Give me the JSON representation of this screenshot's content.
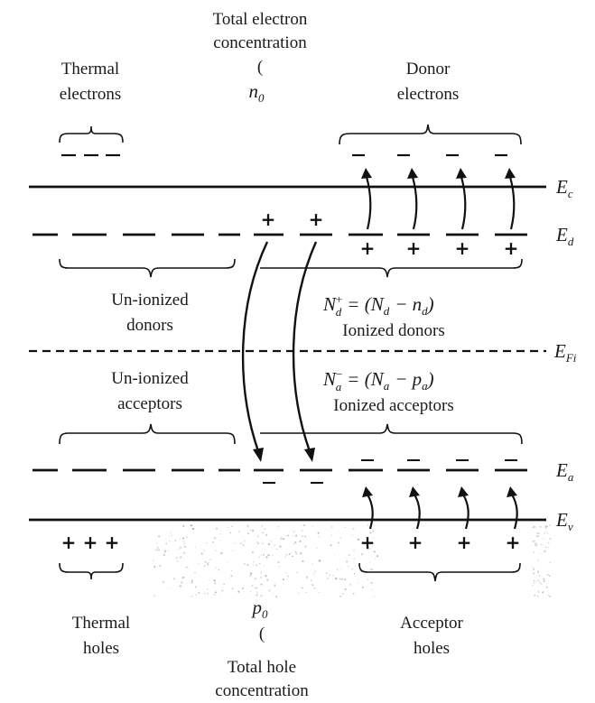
{
  "labels": {
    "total_electron_concentration": [
      "Total electron",
      "concentration"
    ],
    "n0_symbol": "n",
    "n0_subscript": "0",
    "paren": "(",
    "thermal_electrons": [
      "Thermal",
      "electrons"
    ],
    "donor_electrons": [
      "Donor",
      "electrons"
    ],
    "unionized_donors": [
      "Un-ionized",
      "donors"
    ],
    "ionized_donors_formula": "N",
    "ionized_donors_formula_sub": "d",
    "ionized_donors_formula_sup": "+",
    "ionized_donors_formula_rhs": "= (N",
    "ionized_donors_formula_rhs_sub1": "d",
    "ionized_donors_formula_rhs_mid": "− n",
    "ionized_donors_formula_rhs_sub2": "d",
    "ionized_donors_formula_rhs_end": ")",
    "ionized_donors": "Ionized donors",
    "unionized_acceptors": [
      "Un-ionized",
      "acceptors"
    ],
    "ionized_acceptors_formula": "N",
    "ionized_acceptors_formula_sub": "a",
    "ionized_acceptors_formula_sup": "−",
    "ionized_acceptors_formula_rhs": "= (N",
    "ionized_acceptors_formula_rhs_sub1": "a",
    "ionized_acceptors_formula_rhs_mid": "− p",
    "ionized_acceptors_formula_rhs_sub2": "a",
    "ionized_acceptors_formula_rhs_end": ")",
    "ionized_acceptors": "Ionized acceptors",
    "thermal_holes": [
      "Thermal",
      "holes"
    ],
    "p0_symbol": "p",
    "p0_subscript": "0",
    "total_hole_concentration": [
      "Total hole",
      "concentration"
    ],
    "acceptor_holes": [
      "Acceptor",
      "holes"
    ]
  },
  "energy_levels": {
    "Ec": {
      "symbol": "E",
      "sub": "c"
    },
    "Ed": {
      "symbol": "E",
      "sub": "d"
    },
    "EFi": {
      "symbol": "E",
      "sub": "Fi"
    },
    "Ea": {
      "symbol": "E",
      "sub": "a"
    },
    "Ev": {
      "symbol": "E",
      "sub": "v"
    }
  },
  "signs": {
    "plus": "+",
    "minus": "−"
  },
  "colors": {
    "ink": "#111111",
    "stipple": "#9a9a9a"
  }
}
